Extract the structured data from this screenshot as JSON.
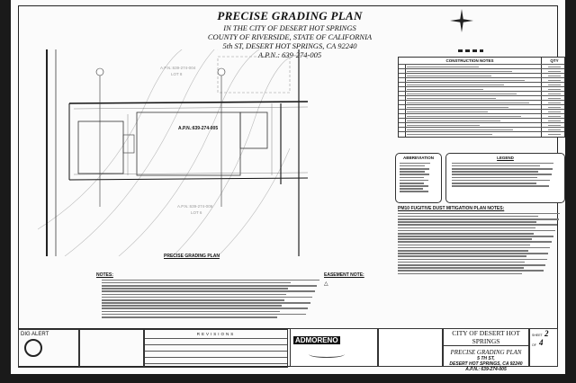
{
  "header": {
    "title": "PRECISE GRADING PLAN",
    "line1": "IN THE CITY OF DESERT HOT SPRINGS",
    "line2": "COUNTY OF RIVERSIDE, STATE OF CALIFORNIA",
    "line3": "5th ST, DESERT HOT SPRINGS, CA 92240",
    "line4": "A.P.N.: 639-274-005"
  },
  "plan": {
    "apn_main": "A.P.N.:639-274-005",
    "apn_north": "A.P.N.:639-274-004",
    "lot_north": "LOT 8",
    "apn_south": "A.P.N.:639-274-006",
    "lot_south": "LOT 6",
    "caption": "PRECISE GRADING PLAN"
  },
  "construction_notes": {
    "title": "CONSTRUCTION NOTES",
    "qty_header": "QTY",
    "rows": 16
  },
  "abbreviation": {
    "title": "ABBREVIATION"
  },
  "legend": {
    "title": "LEGEND"
  },
  "pm10": {
    "title": "PM10 FUGITIVE DUST MITIGATION PLAN NOTES:"
  },
  "notes": {
    "title": "NOTES:"
  },
  "easement": {
    "title": "EASEMENT NOTE:"
  },
  "title_block": {
    "dig_alert": "DIG ALERT",
    "revisions": "REVISIONS",
    "company": "ADMORENO",
    "city": "CITY OF DESERT HOT SPRINGS",
    "plan_name": "PRECISE GRADING PLAN",
    "street": "5 TH ST,",
    "address": "DESERT HOT SPRINGS, CA 92240",
    "apn": "A.P.N.: 639-274-005",
    "sheet": "2",
    "of": "4",
    "sheet_label": "SHEET",
    "of_label": "OF"
  }
}
